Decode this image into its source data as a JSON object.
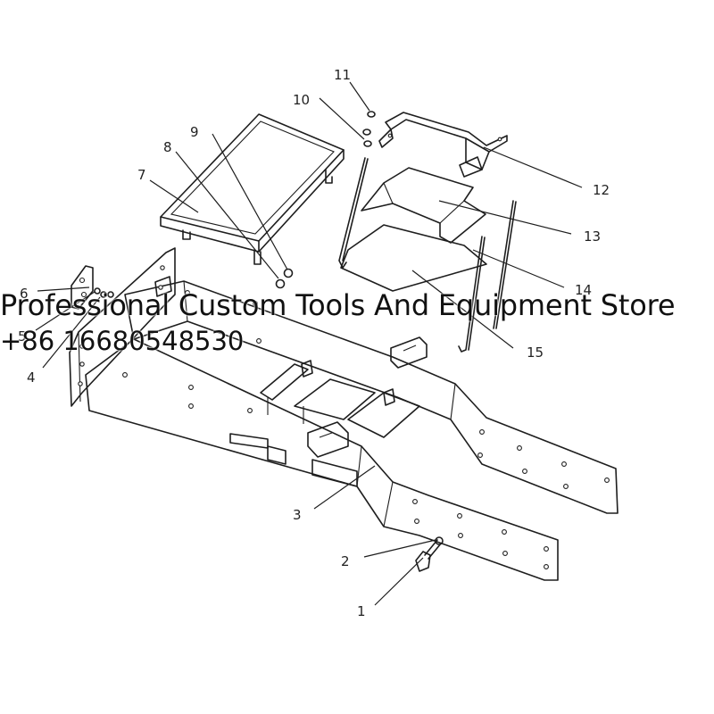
{
  "callouts": [
    "1",
    "2",
    "3",
    "4",
    "5",
    "6",
    "7",
    "8",
    "9",
    "10",
    "11",
    "12",
    "13",
    "14",
    "15"
  ],
  "watermark": {
    "line1": "Professional Custom Tools And Equipment Store",
    "line2": "+86 16680548530"
  },
  "colors": {
    "line": "#1e1e1e",
    "background": "#ffffff",
    "text": "#222222"
  }
}
